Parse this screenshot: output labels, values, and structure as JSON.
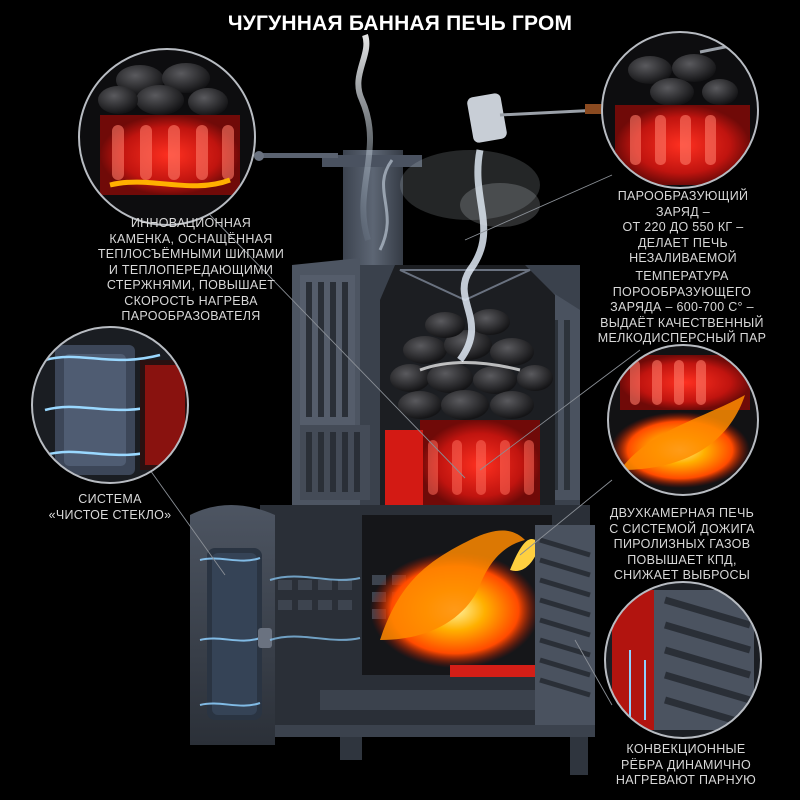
{
  "title": "ЧУГУННАЯ БАННАЯ ПЕЧЬ ГРОМ",
  "captions": {
    "heater": [
      "ИННОВАЦИОННАЯ",
      "КАМЕНКА, ОСНАЩЁННАЯ",
      "ТЕПЛОСЪЁМНЫМИ ШИПАМИ",
      "И ТЕПЛОПЕРЕДАЮЩИМИ",
      "СТЕРЖНЯМИ, ПОВЫШАЕТ",
      "СКОРОСТЬ НАГРЕВА",
      "ПАРООБРАЗОВАТЕЛЯ"
    ],
    "charge": [
      "ПАРООБРАЗУЮЩИЙ",
      "ЗАРЯД –",
      "ОТ 220 ДО 550 КГ –",
      "ДЕЛАЕТ ПЕЧЬ",
      "НЕЗАЛИВАЕМОЙ"
    ],
    "temperature": [
      "ТЕМПЕРАТУРА",
      "ПОРООБРАЗУЮЩЕГО",
      "ЗАРЯДА – 600-700 С° –",
      "ВЫДАЁТ КАЧЕСТВЕННЫЙ",
      "МЕЛКОДИСПЕРСНЫЙ ПАР"
    ],
    "glass": [
      "СИСТЕМА",
      "«ЧИСТОЕ СТЕКЛО»"
    ],
    "chamber": [
      "ДВУХКАМЕРНАЯ ПЕЧЬ",
      "С СИСТЕМОЙ ДОЖИГА",
      "ПИРОЛИЗНЫХ ГАЗОВ",
      "ПОВЫШАЕТ КПД,",
      "СНИЖАЕТ ВЫБРОСЫ"
    ],
    "ribs": [
      "КОНВЕКЦИОННЫЕ",
      "РЁБРА ДИНАМИЧНО",
      "НАГРЕВАЮТ ПАРНУЮ"
    ]
  },
  "colors": {
    "background": "#000000",
    "metal": "#4a5260",
    "fire": "#ff6a00",
    "heat_red": "#e0201c",
    "text": "#d8d8d8"
  }
}
